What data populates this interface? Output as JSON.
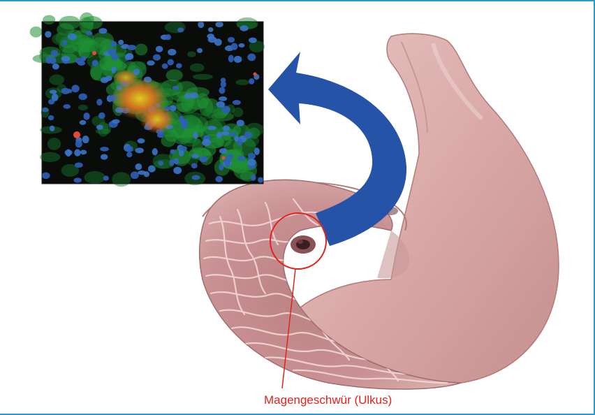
{
  "figure": {
    "callout_label": "Magengeschwür (Ulkus)",
    "colors": {
      "frame": "#2b9ad4",
      "arrow": "#2453a8",
      "callout": "#e2231a",
      "stomach": "#d8a8a6"
    },
    "icons": [
      "micrograph-image",
      "curved-arrow-icon",
      "stomach-illustration",
      "ulcer-circle"
    ]
  }
}
